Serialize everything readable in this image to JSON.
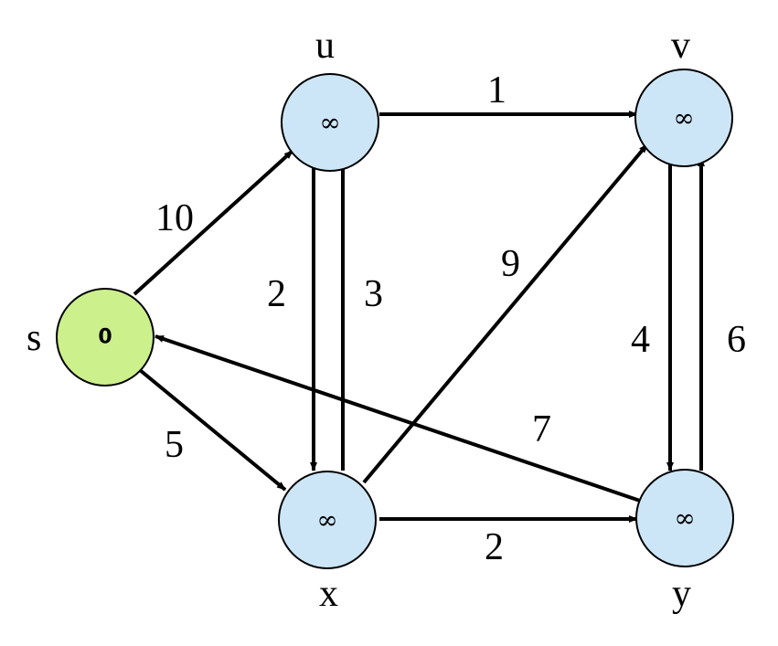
{
  "colors": {
    "source_fill": "#ccf08c",
    "node_fill": "#cde6f7",
    "stroke": "#000000"
  },
  "nodes": {
    "s": {
      "name": "s",
      "value": "0"
    },
    "u": {
      "name": "u",
      "value": "∞"
    },
    "v": {
      "name": "v",
      "value": "∞"
    },
    "x": {
      "name": "x",
      "value": "∞"
    },
    "y": {
      "name": "y",
      "value": "∞"
    }
  },
  "edges": [
    {
      "from": "s",
      "to": "u",
      "weight": "10"
    },
    {
      "from": "s",
      "to": "x",
      "weight": "5"
    },
    {
      "from": "u",
      "to": "v",
      "weight": "1"
    },
    {
      "from": "u",
      "to": "x",
      "weight": "2"
    },
    {
      "from": "x",
      "to": "u",
      "weight": "3"
    },
    {
      "from": "x",
      "to": "v",
      "weight": "9"
    },
    {
      "from": "v",
      "to": "y",
      "weight": "4"
    },
    {
      "from": "y",
      "to": "v",
      "weight": "6"
    },
    {
      "from": "y",
      "to": "s",
      "weight": "7"
    },
    {
      "from": "x",
      "to": "y",
      "weight": "2"
    }
  ]
}
